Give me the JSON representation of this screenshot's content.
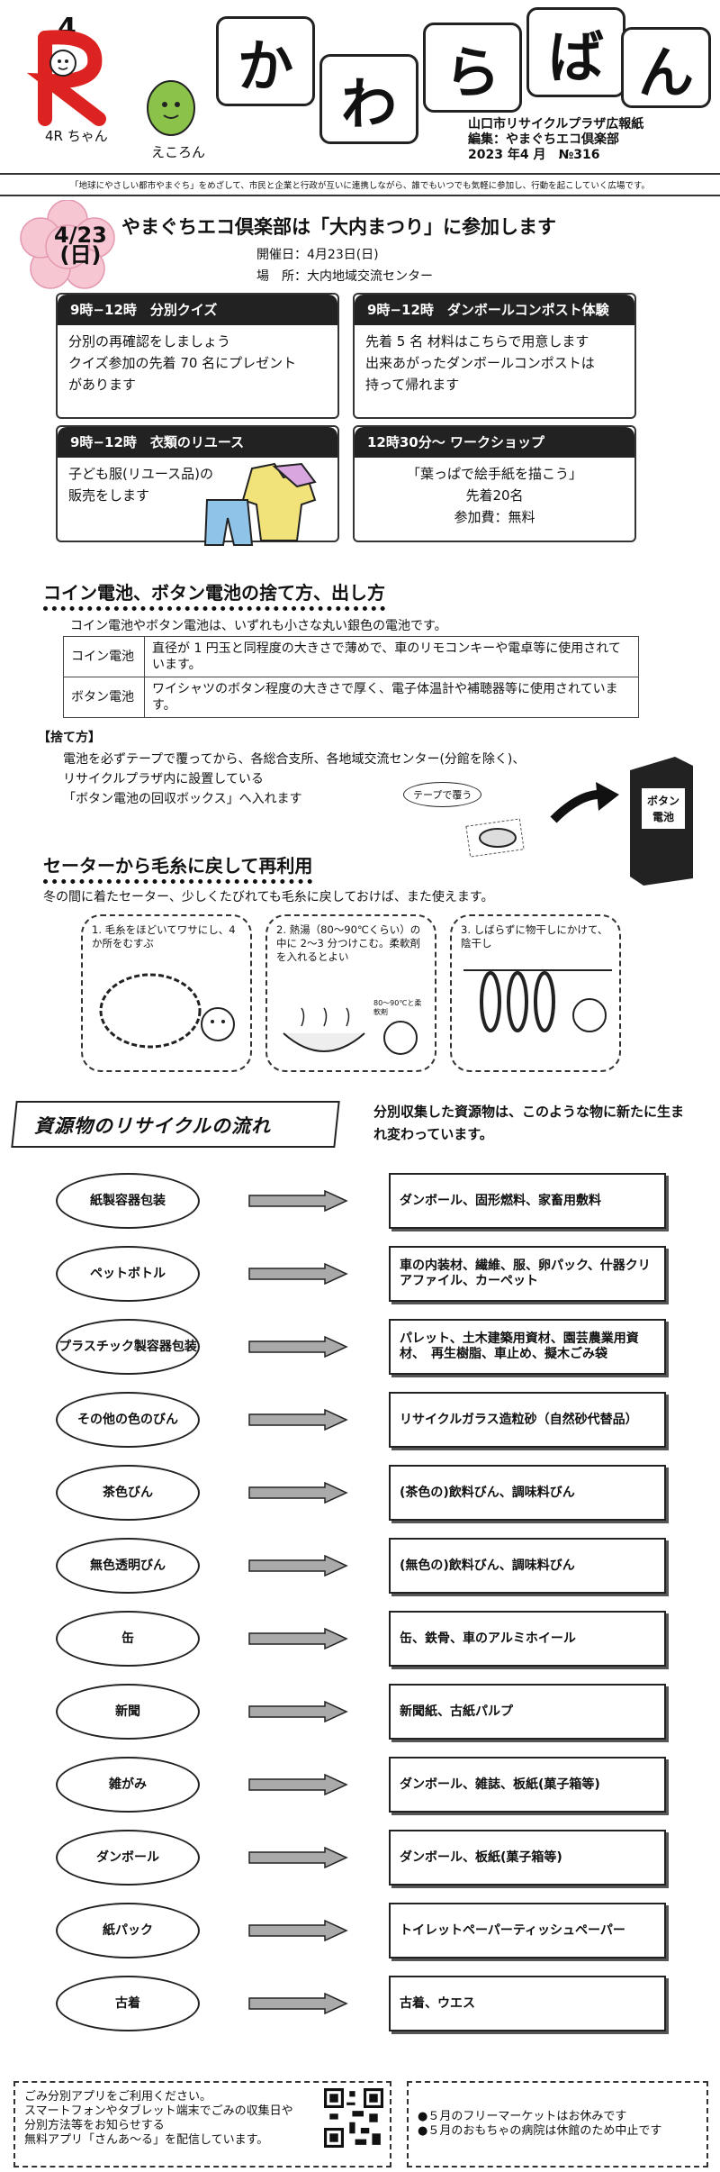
{
  "header": {
    "mascot_number": "4",
    "mascot1": "4R ちゃん",
    "mascot2": "えころん",
    "title_chars": [
      "か",
      "わ",
      "ら",
      "ば",
      "ん"
    ],
    "publisher": "山口市リサイクルプラザ広報紙",
    "editor": "編集：やまぐちエコ倶楽部",
    "issue": "2023 年4 月　№316",
    "slogan": "「地球にやさしい都市やまぐち」をめざして、市民と企業と行政が互いに連携しながら、誰でもいつでも気軽に参加し、行動を起こしていく広場です。"
  },
  "event": {
    "date_top": "4/23",
    "date_bottom": "(日)",
    "title": "やまぐちエコ倶楽部は「大内まつり」に参加します",
    "date_line": "開催日：4月23日(日)",
    "place_line": "場　所：大内地域交流センター",
    "cards": [
      {
        "head": "9時−12時　分別クイズ",
        "lines": [
          "分別の再確認をしましょう",
          "クイズ参加の先着 70 名にプレゼント",
          "があります"
        ]
      },
      {
        "head": "9時−12時　ダンボールコンポスト体験",
        "lines": [
          "先着 5 名 材料はこちらで用意します",
          "出来あがったダンボールコンポストは",
          "持って帰れます"
        ]
      },
      {
        "head": "9時−12時　衣類のリユース",
        "lines": [
          "子ども服(リユース品)の",
          "販売をします"
        ]
      },
      {
        "head": "12時30分〜 ワークショップ",
        "lines": [
          "「葉っぱで絵手紙を描こう」",
          "先着20名",
          "参加費：無料"
        ]
      }
    ]
  },
  "battery": {
    "title": "コイン電池、ボタン電池の捨て方、出し方",
    "intro": "コイン電池やボタン電池は、いずれも小さな丸い銀色の電池です。",
    "rows": [
      {
        "name": "コイン電池",
        "desc": "直径が 1 円玉と同程度の大きさで薄めで、車のリモコンキーや電卓等に使用されています。"
      },
      {
        "name": "ボタン電池",
        "desc": "ワイシャツのボタン程度の大きさで厚く、電子体温計や補聴器等に使用されています。"
      }
    ],
    "disposal_head": "【捨て方】",
    "disposal_lines": [
      "電池を必ずテープで覆ってから、各総合支所、各地域交流センター(分館を除く)、",
      "リサイクルプラザ内に設置している",
      "「ボタン電池の回収ボックス」へ入れます"
    ],
    "tape_label": "テープで覆う",
    "box_label": "ボタン電池"
  },
  "sweater": {
    "title": "セーターから毛糸に戻して再利用",
    "intro": "冬の間に着たセーター、少しくたびれても毛糸に戻しておけば、また使えます。",
    "steps": [
      "1. 毛糸をほどいてワサにし、4 か所をむすぶ",
      "2. 熱湯（80〜90℃くらい）の中に 2〜3 分つけこむ。柔軟剤を入れるとよい",
      "3. しばらずに物干しにかけて、陰干し"
    ],
    "step2_note": "80〜90℃と柔軟剤"
  },
  "flow": {
    "title": "資源物のリサイクルの流れ",
    "description": "分別収集した資源物は、このような物に新たに生まれ変わっています。",
    "items": [
      {
        "from": "紙製容器包装",
        "to": "ダンボール、固形燃料、家畜用敷料"
      },
      {
        "from": "ペットボトル",
        "to": "車の内装材、繊維、服、卵パック、什器クリアファイル、カーペット"
      },
      {
        "from": "プラスチック製容器包装",
        "to": "パレット、土木建築用資材、園芸農業用資材、　再生樹脂、車止め、擬木ごみ袋"
      },
      {
        "from": "その他の色のびん",
        "to": "リサイクルガラス造粒砂（自然砂代替品）"
      },
      {
        "from": "茶色びん",
        "to": "(茶色の)飲料びん、調味料びん"
      },
      {
        "from": "無色透明びん",
        "to": "(無色の)飲料びん、調味料びん"
      },
      {
        "from": "缶",
        "to": "缶、鉄骨、車のアルミホイール"
      },
      {
        "from": "新聞",
        "to": "新聞紙、古紙パルプ"
      },
      {
        "from": "雑がみ",
        "to": "ダンボール、雑誌、板紙(菓子箱等)"
      },
      {
        "from": "ダンボール",
        "to": "ダンボール、板紙(菓子箱等)"
      },
      {
        "from": "紙パック",
        "to": "トイレットペーパーティッシュペーパー"
      },
      {
        "from": "古着",
        "to": "古着、ウエス"
      }
    ]
  },
  "footer": {
    "app_lines": [
      "ごみ分別アプリをご利用ください。",
      "スマートフォンやタブレット端末でごみの収集日や",
      "分別方法等をお知らせする",
      "無料アプリ「さんあ〜る」を配信しています。"
    ],
    "notices": [
      "●５月のフリーマーケットはお休みです",
      "●５月のおもちゃの病院は休館のため中止です"
    ]
  }
}
